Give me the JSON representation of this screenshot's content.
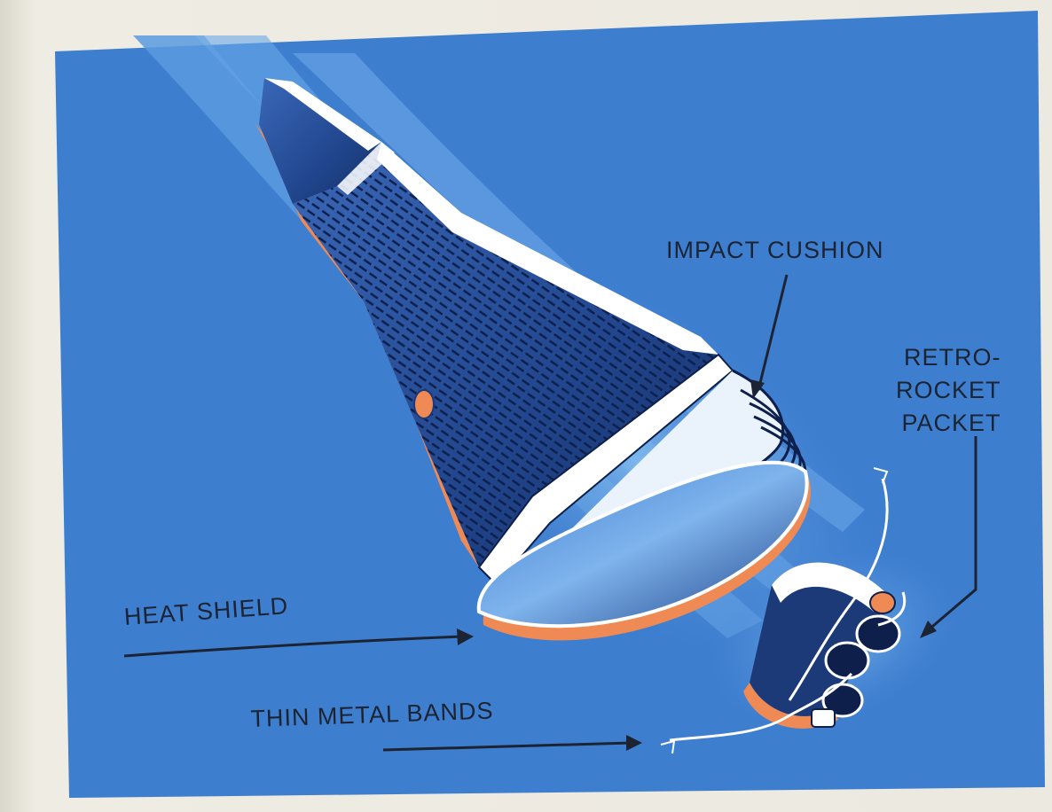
{
  "figure": {
    "labels": {
      "impact_cushion": "IMPACT CUSHION",
      "retro_rocket_line1": "RETRO-",
      "retro_rocket_line2": "ROCKET",
      "retro_rocket_line3": "PACKET",
      "heat_shield": "HEAT SHIELD",
      "thin_metal_bands": "THIN METAL BANDS"
    },
    "parts": [
      "spacecraft-capsule",
      "impact-cushion",
      "heat-shield",
      "retro-rocket-packet",
      "thin-metal-bands"
    ],
    "colors": {
      "background_blue": "#3f7fd0",
      "glow_blue": "#6fb0ee",
      "capsule_dark": "#1c3a78",
      "capsule_highlight": "#ffffff",
      "accent_orange": "#f08a55",
      "label_ink": "#1c2433"
    }
  }
}
